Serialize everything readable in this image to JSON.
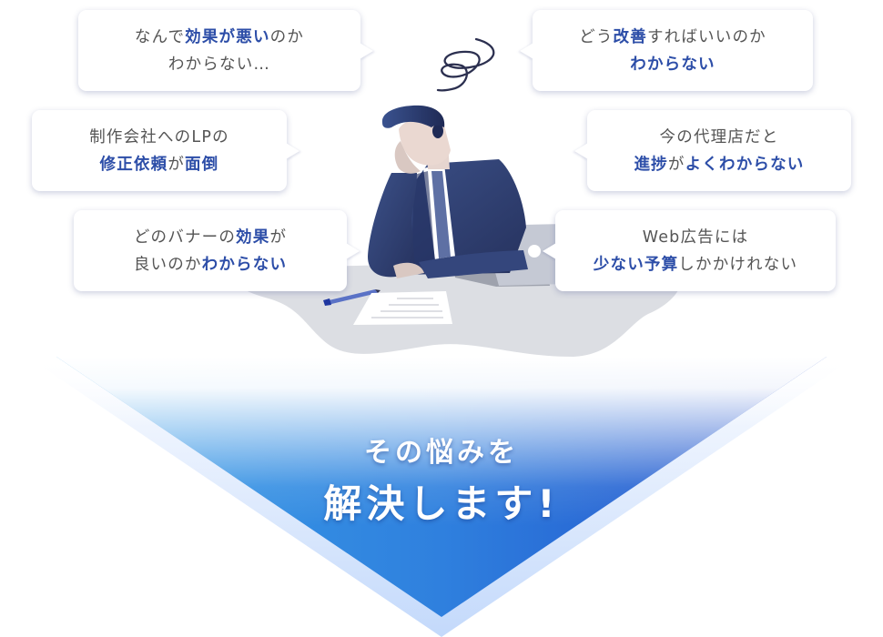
{
  "colors": {
    "text_gray": "#555555",
    "highlight_blue": "#2d4ea8",
    "bubble_bg": "#ffffff",
    "suit_navy": "#2f3f73",
    "desk_gray": "#dcdee3",
    "cta_gradient_top": "#ffffff",
    "cta_gradient_mid": "#7fbcec",
    "cta_gradient_left": "#2f8fe0",
    "cta_gradient_right": "#2050cc",
    "cta_outer": "#c6dcfb"
  },
  "bubbles": [
    {
      "id": "b1",
      "tail": "right",
      "lines": [
        [
          {
            "text": "なんで",
            "hl": false
          },
          {
            "text": "効果が悪い",
            "hl": true
          },
          {
            "text": "のか",
            "hl": false
          }
        ],
        [
          {
            "text": "わからない…",
            "hl": false
          }
        ]
      ]
    },
    {
      "id": "b2",
      "tail": "left",
      "lines": [
        [
          {
            "text": "どう",
            "hl": false
          },
          {
            "text": "改善",
            "hl": true
          },
          {
            "text": "すればいいのか",
            "hl": false
          }
        ],
        [
          {
            "text": "わからない",
            "hl": true
          }
        ]
      ]
    },
    {
      "id": "b3",
      "tail": "right",
      "lines": [
        [
          {
            "text": "制作会社へのLPの",
            "hl": false
          }
        ],
        [
          {
            "text": "修正依頼",
            "hl": true
          },
          {
            "text": "が",
            "hl": false
          },
          {
            "text": "面倒",
            "hl": true
          }
        ]
      ]
    },
    {
      "id": "b4",
      "tail": "left",
      "lines": [
        [
          {
            "text": "今の代理店だと",
            "hl": false
          }
        ],
        [
          {
            "text": "進捗",
            "hl": true
          },
          {
            "text": "が",
            "hl": false
          },
          {
            "text": "よくわからない",
            "hl": true
          }
        ]
      ]
    },
    {
      "id": "b5",
      "tail": "right",
      "lines": [
        [
          {
            "text": "どのバナーの",
            "hl": false
          },
          {
            "text": "効果",
            "hl": true
          },
          {
            "text": "が",
            "hl": false
          }
        ],
        [
          {
            "text": "良いのか",
            "hl": false
          },
          {
            "text": "わからない",
            "hl": true
          }
        ]
      ]
    },
    {
      "id": "b6",
      "tail": "left",
      "lines": [
        [
          {
            "text": "Web広告には",
            "hl": false
          }
        ],
        [
          {
            "text": "少ない予算",
            "hl": true
          },
          {
            "text": "しかかけれない",
            "hl": false
          }
        ]
      ]
    }
  ],
  "illustration": {
    "subject": "worried-businessman-at-desk",
    "elements": [
      "dizzy-spiral-icon",
      "businessman",
      "laptop",
      "pen",
      "document",
      "desk-shadow"
    ]
  },
  "cta": {
    "line1": "その悩みを",
    "line2": "解決します!"
  }
}
